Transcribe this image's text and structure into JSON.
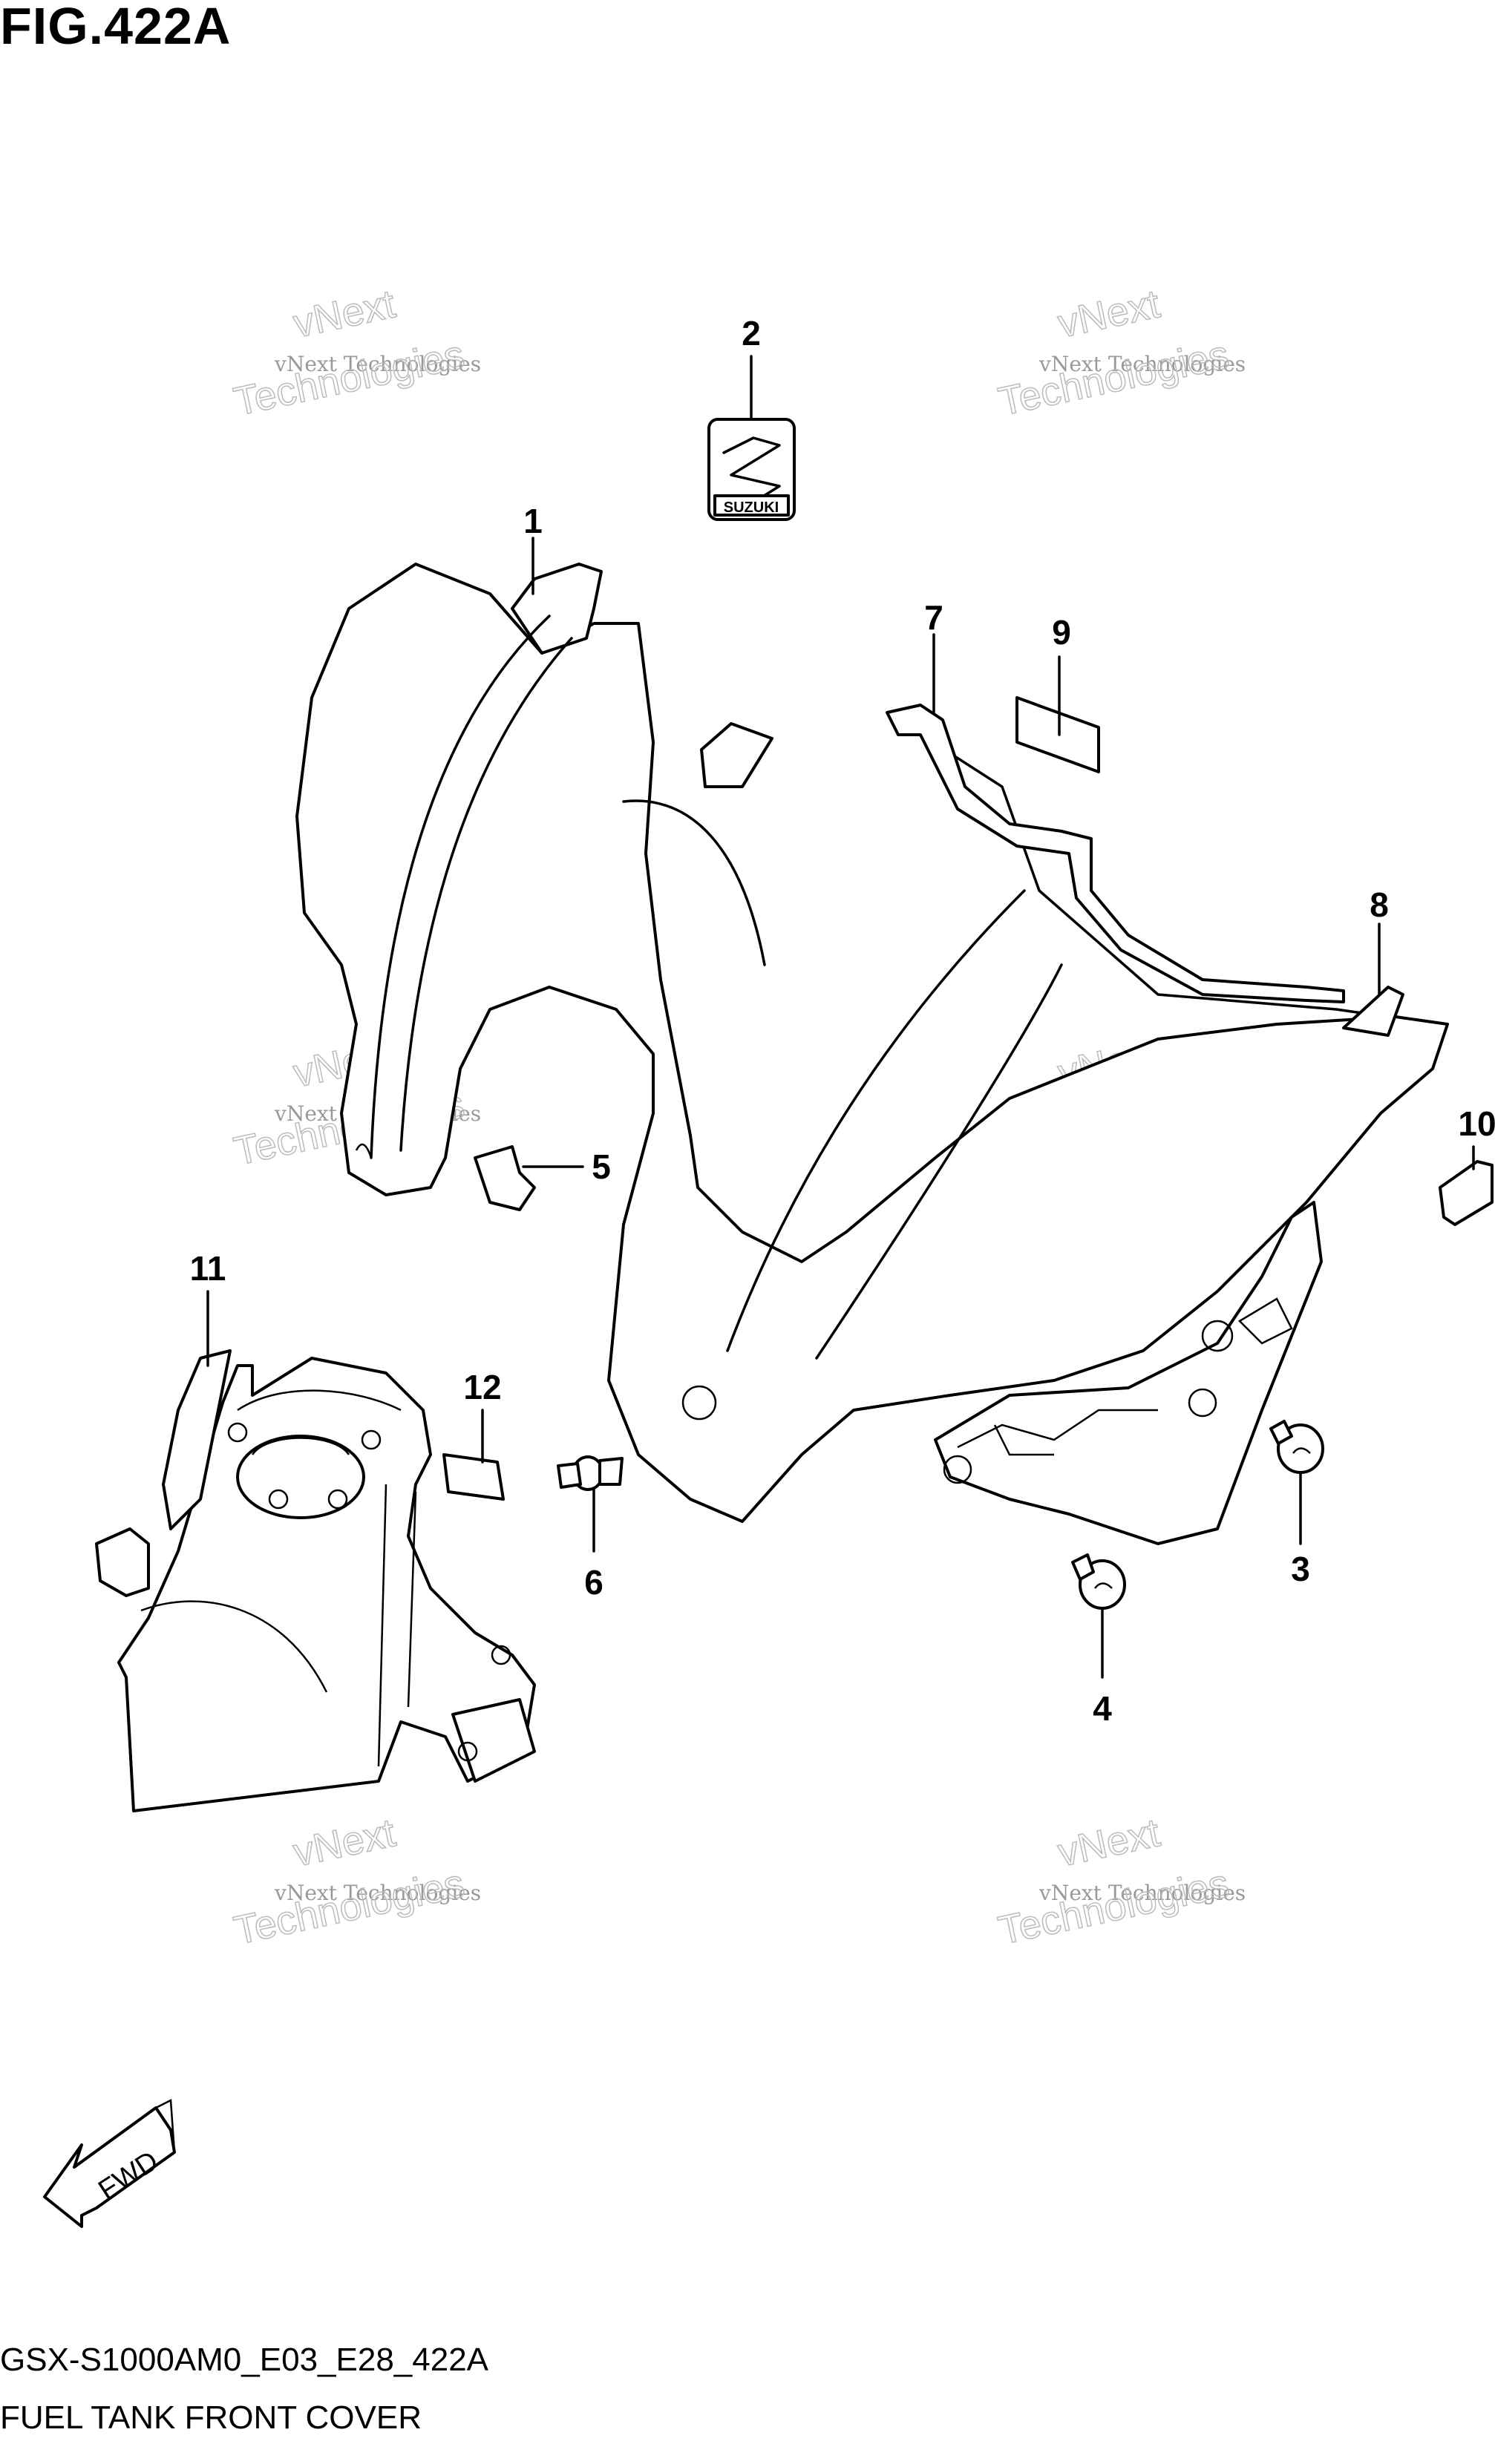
{
  "figure": {
    "title": "FIG.422A",
    "code": "GSX-S1000AM0_E03_E28_422A",
    "name": "FUEL TANK FRONT COVER"
  },
  "emblem_text": "SUZUKI",
  "fwd_label": "FWD",
  "watermark": {
    "line1": "vNext Technologies",
    "line2": "vNext",
    "line3": "Technologies"
  },
  "callouts": [
    "1",
    "2",
    "3",
    "4",
    "5",
    "6",
    "7",
    "8",
    "9",
    "10",
    "11",
    "12"
  ]
}
